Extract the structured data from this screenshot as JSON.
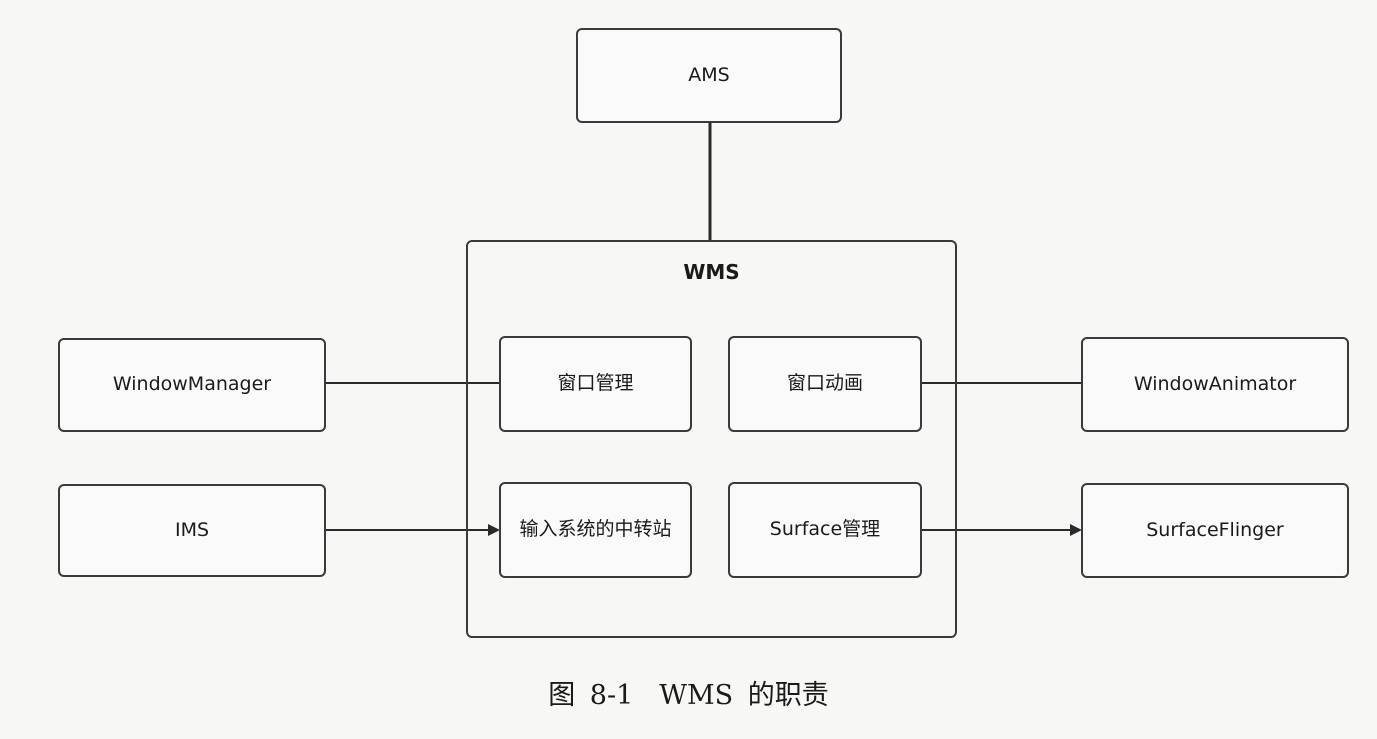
{
  "diagram": {
    "nodes": {
      "ams": "AMS",
      "wms": "WMS",
      "window_manager": "WindowManager",
      "ims": "IMS",
      "window_animator": "WindowAnimator",
      "surface_flinger": "SurfaceFlinger",
      "window_management": "窗口管理",
      "window_animation": "窗口动画",
      "input_relay": "输入系统的中转站",
      "surface_management": "Surface管理"
    },
    "edges": [
      {
        "from": "AMS",
        "to": "WMS",
        "arrow": false
      },
      {
        "from": "WindowManager",
        "to": "窗口管理",
        "arrow": false
      },
      {
        "from": "窗口动画",
        "to": "WindowAnimator",
        "arrow": false
      },
      {
        "from": "IMS",
        "to": "输入系统的中转站",
        "arrow": true
      },
      {
        "from": "Surface管理",
        "to": "SurfaceFlinger",
        "arrow": true
      }
    ]
  },
  "caption": {
    "figure_number": "图 8-1",
    "text": "WMS 的职责"
  }
}
